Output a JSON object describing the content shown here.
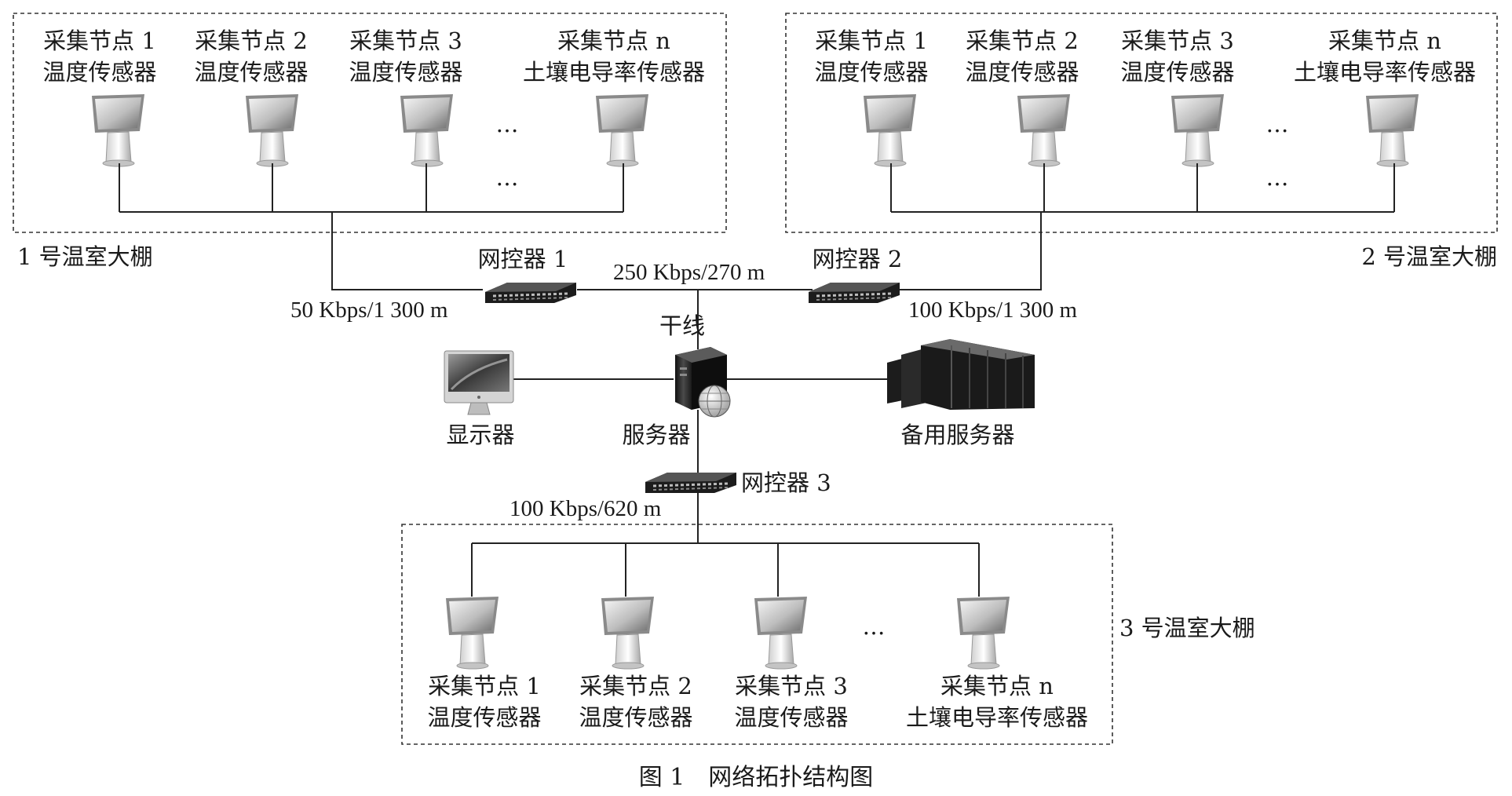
{
  "greenhouses": [
    {
      "label": "1 号温室大棚",
      "nodes": [
        {
          "name": "采集节点 1",
          "sensor": "温度传感器"
        },
        {
          "name": "采集节点 2",
          "sensor": "温度传感器"
        },
        {
          "name": "采集节点 3",
          "sensor": "温度传感器"
        },
        {
          "name": "采集节点 n",
          "sensor": "土壤电导率传感器"
        }
      ],
      "ellipsis": [
        "…",
        "…"
      ]
    },
    {
      "label": "2 号温室大棚",
      "nodes": [
        {
          "name": "采集节点 1",
          "sensor": "温度传感器"
        },
        {
          "name": "采集节点 2",
          "sensor": "温度传感器"
        },
        {
          "name": "采集节点 3",
          "sensor": "温度传感器"
        },
        {
          "name": "采集节点 n",
          "sensor": "土壤电导率传感器"
        }
      ],
      "ellipsis": [
        "…",
        "…"
      ]
    },
    {
      "label": "3 号温室大棚",
      "nodes": [
        {
          "name": "采集节点 1",
          "sensor": "温度传感器"
        },
        {
          "name": "采集节点 2",
          "sensor": "温度传感器"
        },
        {
          "name": "采集节点 3",
          "sensor": "温度传感器"
        },
        {
          "name": "采集节点 n",
          "sensor": "土壤电导率传感器"
        }
      ],
      "ellipsis": [
        "…"
      ]
    }
  ],
  "controllers": {
    "c1": "网控器 1",
    "c2": "网控器 2",
    "c3": "网控器 3"
  },
  "links": {
    "gh1": "50 Kbps/1 300 m",
    "trunk": "250 Kbps/270 m",
    "gh2": "100 Kbps/1 300 m",
    "gh3": "100 Kbps/620 m"
  },
  "trunk_label": "干线",
  "devices": {
    "monitor": "显示器",
    "server": "服务器",
    "backup": "备用服务器"
  },
  "caption": "图 1　网络拓扑结构图",
  "icons": {
    "node": "touchscreen-kiosk-icon",
    "switch": "network-switch-icon",
    "server": "tower-server-globe-icon",
    "monitor": "imac-monitor-icon",
    "backup": "server-rack-cluster-icon"
  }
}
